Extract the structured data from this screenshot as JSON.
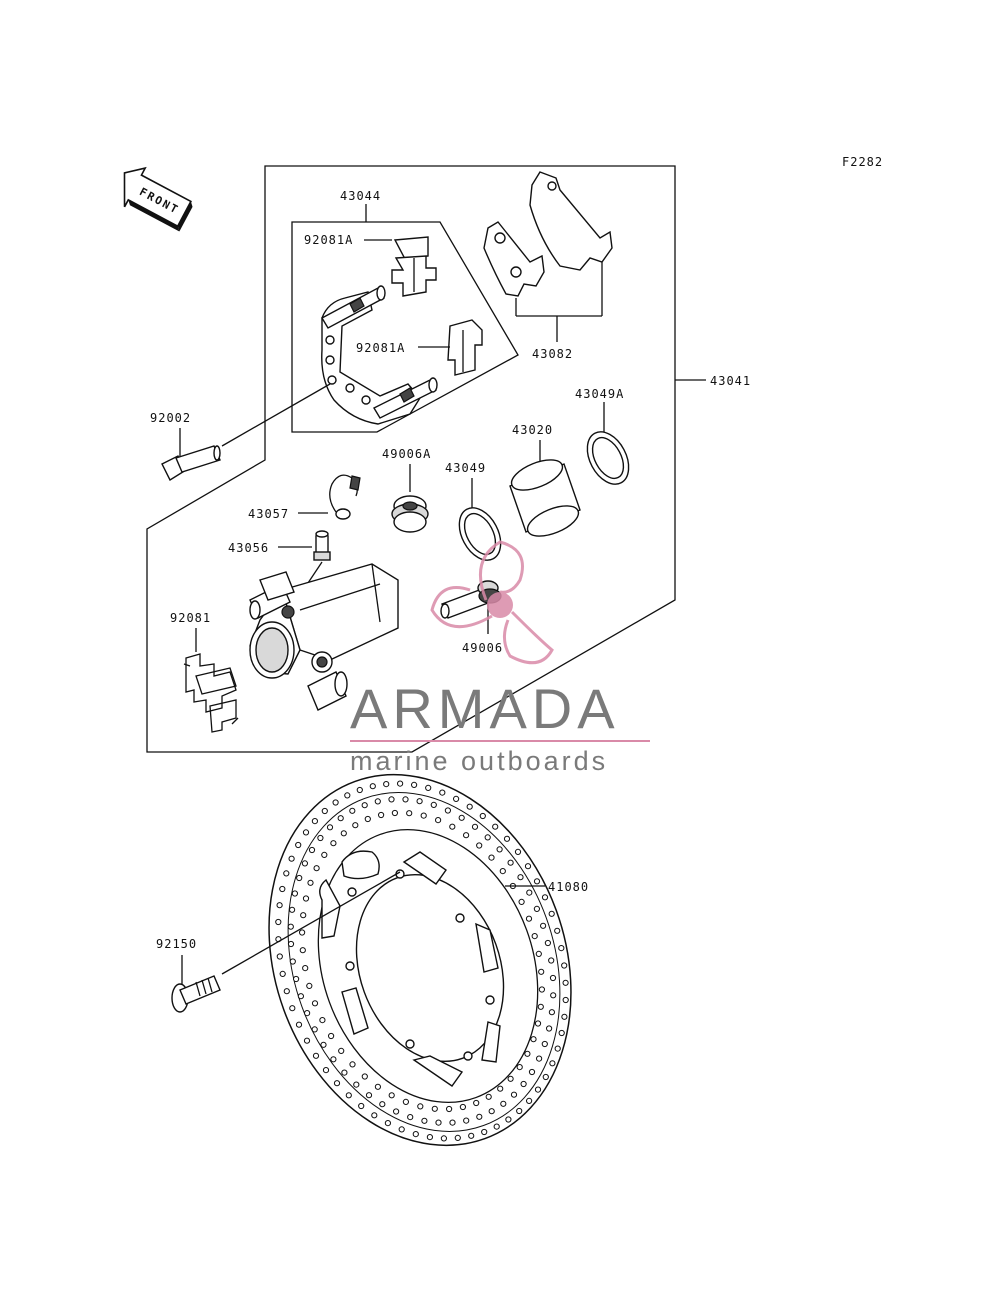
{
  "figure_code": "F2282",
  "front_arrow_text": "FRONT",
  "watermark": {
    "title": "ARMADA",
    "subtitle": "marine outboards",
    "accent_color": "#d98aa8",
    "text_color": "#7a7a7a"
  },
  "callouts": {
    "c43044": "43044",
    "c92081a_top": "92081A",
    "c92081a_bottom": "92081A",
    "c43082": "43082",
    "c43041": "43041",
    "c43049a": "43049A",
    "c43020": "43020",
    "c92002": "92002",
    "c49006a": "49006A",
    "c43049": "43049",
    "c43057": "43057",
    "c43056": "43056",
    "c92081": "92081",
    "c49006": "49006",
    "c41080": "41080",
    "c92150": "92150"
  }
}
